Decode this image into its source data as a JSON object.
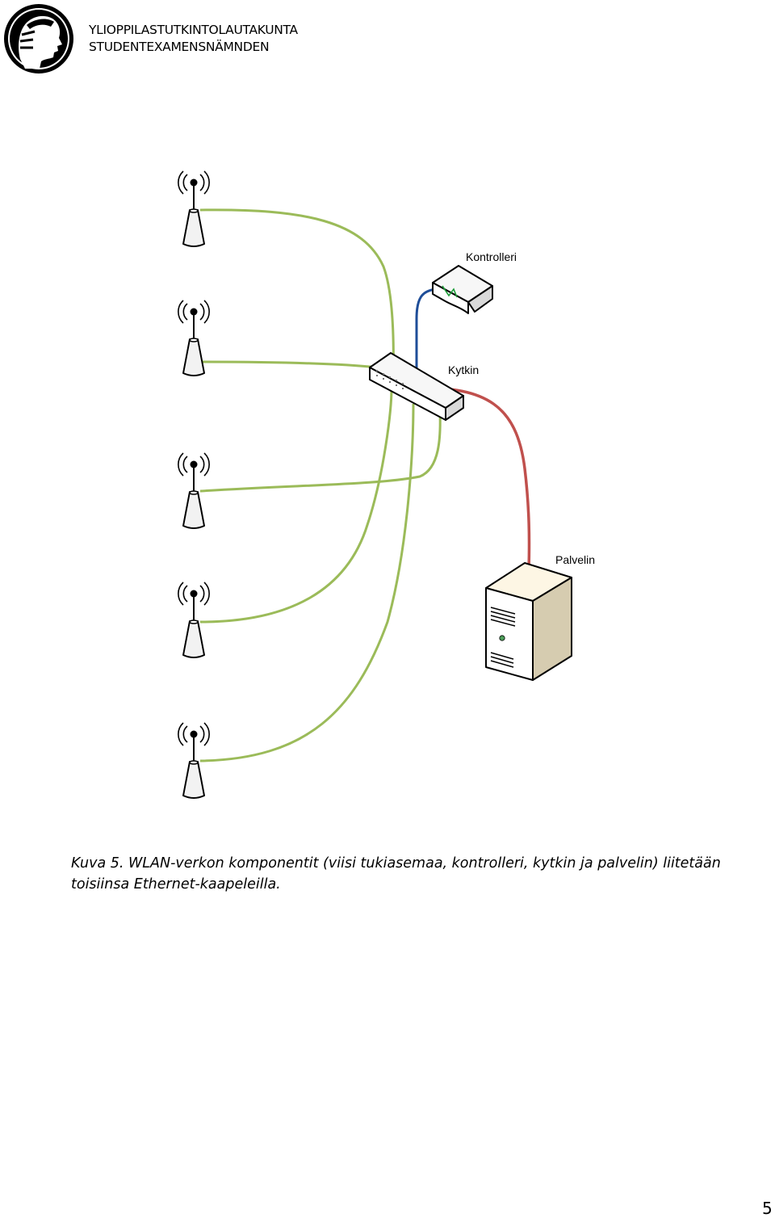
{
  "header": {
    "org_line1": "YLIOPPILASTUTKINTOLAUTAKUNTA",
    "org_line2": "STUDENTEXAMENSNÄMNDEN",
    "logo_icon": "athena-head-logo-icon"
  },
  "diagram": {
    "labels": {
      "controller": "Kontrolleri",
      "switch": "Kytkin",
      "server": "Palvelin"
    },
    "colors": {
      "ap_cable": "#9bbb59",
      "controller_cable": "#1f4e99",
      "server_cable": "#c0504d"
    },
    "access_point_count": 5,
    "icons": [
      "wireless-access-point-icon",
      "network-switch-icon",
      "wlan-controller-icon",
      "server-tower-icon"
    ]
  },
  "caption": {
    "text": "Kuva 5. WLAN-verkon komponentit (viisi tukiasemaa, kontrolleri, kytkin ja palvelin) liitetään toisiinsa Ethernet-kaapeleilla."
  },
  "page_number": "5"
}
